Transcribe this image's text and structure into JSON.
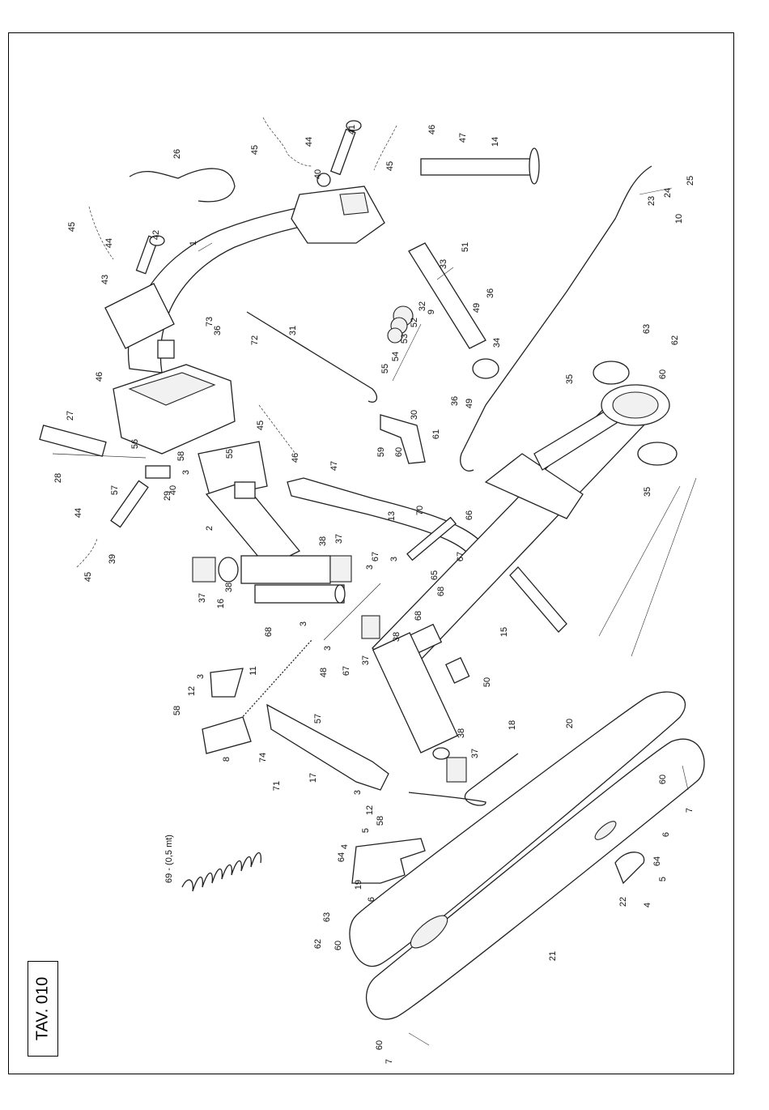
{
  "table_label": "TAV. 010",
  "spring_note": "69 - (0,5 mt)",
  "callouts": [
    {
      "id": "p1",
      "text": "1"
    },
    {
      "id": "p2",
      "text": "2"
    },
    {
      "id": "p3a",
      "text": "3"
    },
    {
      "id": "p3b",
      "text": "3"
    },
    {
      "id": "p3c",
      "text": "3"
    },
    {
      "id": "p3d",
      "text": "3"
    },
    {
      "id": "p3e",
      "text": "3"
    },
    {
      "id": "p3f",
      "text": "3"
    },
    {
      "id": "p3g",
      "text": "3"
    },
    {
      "id": "p4a",
      "text": "4"
    },
    {
      "id": "p4b",
      "text": "4"
    },
    {
      "id": "p5a",
      "text": "5"
    },
    {
      "id": "p5b",
      "text": "5"
    },
    {
      "id": "p6a",
      "text": "6"
    },
    {
      "id": "p6b",
      "text": "6"
    },
    {
      "id": "p7a",
      "text": "7"
    },
    {
      "id": "p7b",
      "text": "7"
    },
    {
      "id": "p8",
      "text": "8"
    },
    {
      "id": "p9",
      "text": "9"
    },
    {
      "id": "p10",
      "text": "10"
    },
    {
      "id": "p11",
      "text": "11"
    },
    {
      "id": "p12a",
      "text": "12"
    },
    {
      "id": "p12b",
      "text": "12"
    },
    {
      "id": "p13",
      "text": "13"
    },
    {
      "id": "p14",
      "text": "14"
    },
    {
      "id": "p15",
      "text": "15"
    },
    {
      "id": "p16",
      "text": "16"
    },
    {
      "id": "p17",
      "text": "17"
    },
    {
      "id": "p18",
      "text": "18"
    },
    {
      "id": "p19",
      "text": "19"
    },
    {
      "id": "p20",
      "text": "20"
    },
    {
      "id": "p21",
      "text": "21"
    },
    {
      "id": "p22",
      "text": "22"
    },
    {
      "id": "p23",
      "text": "23"
    },
    {
      "id": "p24",
      "text": "24"
    },
    {
      "id": "p25",
      "text": "25"
    },
    {
      "id": "p26",
      "text": "26"
    },
    {
      "id": "p27",
      "text": "27"
    },
    {
      "id": "p28",
      "text": "28"
    },
    {
      "id": "p29",
      "text": "29"
    },
    {
      "id": "p30",
      "text": "30"
    },
    {
      "id": "p31",
      "text": "31"
    },
    {
      "id": "p32",
      "text": "32"
    },
    {
      "id": "p33",
      "text": "33"
    },
    {
      "id": "p34",
      "text": "34"
    },
    {
      "id": "p35a",
      "text": "35"
    },
    {
      "id": "p35b",
      "text": "35"
    },
    {
      "id": "p36a",
      "text": "36"
    },
    {
      "id": "p36b",
      "text": "36"
    },
    {
      "id": "p36c",
      "text": "36"
    },
    {
      "id": "p37a",
      "text": "37"
    },
    {
      "id": "p37b",
      "text": "37"
    },
    {
      "id": "p37c",
      "text": "37"
    },
    {
      "id": "p37d",
      "text": "37"
    },
    {
      "id": "p38a",
      "text": "38"
    },
    {
      "id": "p38b",
      "text": "38"
    },
    {
      "id": "p38c",
      "text": "38"
    },
    {
      "id": "p38d",
      "text": "38"
    },
    {
      "id": "p39",
      "text": "39"
    },
    {
      "id": "p40a",
      "text": "40"
    },
    {
      "id": "p40b",
      "text": "40"
    },
    {
      "id": "p41",
      "text": "41"
    },
    {
      "id": "p42",
      "text": "42"
    },
    {
      "id": "p43",
      "text": "43"
    },
    {
      "id": "p44a",
      "text": "44"
    },
    {
      "id": "p44b",
      "text": "44"
    },
    {
      "id": "p44c",
      "text": "44"
    },
    {
      "id": "p45a",
      "text": "45"
    },
    {
      "id": "p45b",
      "text": "45"
    },
    {
      "id": "p45c",
      "text": "45"
    },
    {
      "id": "p45d",
      "text": "45"
    },
    {
      "id": "p45e",
      "text": "45"
    },
    {
      "id": "p46a",
      "text": "46"
    },
    {
      "id": "p46b",
      "text": "46"
    },
    {
      "id": "p46c",
      "text": "46"
    },
    {
      "id": "p47a",
      "text": "47"
    },
    {
      "id": "p47b",
      "text": "47"
    },
    {
      "id": "p48",
      "text": "48"
    },
    {
      "id": "p49a",
      "text": "49"
    },
    {
      "id": "p49b",
      "text": "49"
    },
    {
      "id": "p50",
      "text": "50"
    },
    {
      "id": "p51",
      "text": "51"
    },
    {
      "id": "p52",
      "text": "52"
    },
    {
      "id": "p53",
      "text": "53"
    },
    {
      "id": "p54",
      "text": "54"
    },
    {
      "id": "p55a",
      "text": "55"
    },
    {
      "id": "p55b",
      "text": "55"
    },
    {
      "id": "p56",
      "text": "56"
    },
    {
      "id": "p57a",
      "text": "57"
    },
    {
      "id": "p57b",
      "text": "57"
    },
    {
      "id": "p58a",
      "text": "58"
    },
    {
      "id": "p58b",
      "text": "58"
    },
    {
      "id": "p58c",
      "text": "58"
    },
    {
      "id": "p59",
      "text": "59"
    },
    {
      "id": "p60a",
      "text": "60"
    },
    {
      "id": "p60b",
      "text": "60"
    },
    {
      "id": "p60c",
      "text": "60"
    },
    {
      "id": "p60d",
      "text": "60"
    },
    {
      "id": "p60e",
      "text": "60"
    },
    {
      "id": "p61",
      "text": "61"
    },
    {
      "id": "p62a",
      "text": "62"
    },
    {
      "id": "p62b",
      "text": "62"
    },
    {
      "id": "p63a",
      "text": "63"
    },
    {
      "id": "p63b",
      "text": "63"
    },
    {
      "id": "p64a",
      "text": "64"
    },
    {
      "id": "p64b",
      "text": "64"
    },
    {
      "id": "p65",
      "text": "65"
    },
    {
      "id": "p66",
      "text": "66"
    },
    {
      "id": "p67a",
      "text": "67"
    },
    {
      "id": "p67b",
      "text": "67"
    },
    {
      "id": "p67c",
      "text": "67"
    },
    {
      "id": "p68a",
      "text": "68"
    },
    {
      "id": "p68b",
      "text": "68"
    },
    {
      "id": "p68c",
      "text": "68"
    },
    {
      "id": "p70",
      "text": "70"
    },
    {
      "id": "p71",
      "text": "71"
    },
    {
      "id": "p72",
      "text": "72"
    },
    {
      "id": "p73",
      "text": "73"
    },
    {
      "id": "p74",
      "text": "74"
    }
  ]
}
